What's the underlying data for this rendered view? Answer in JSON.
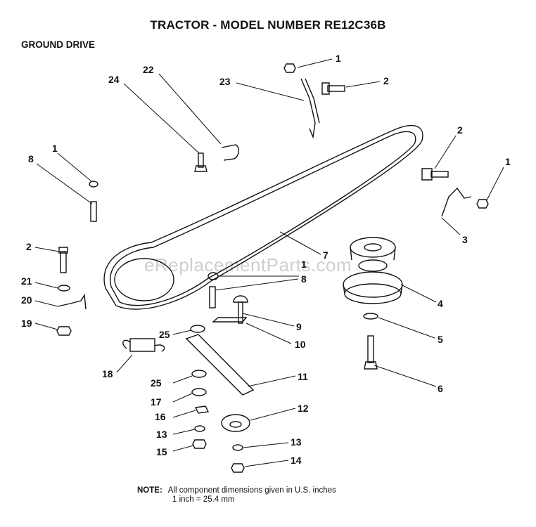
{
  "header": {
    "title": "TRACTOR  - MODEL NUMBER RE12C36B",
    "subtitle": "GROUND DRIVE"
  },
  "watermark": "eReplacementParts.com",
  "note": {
    "label": "NOTE:",
    "line1": "All component dimensions given in U.S. inches",
    "line2": "1 inch = 25.4 mm"
  },
  "callouts": {
    "c1a": "1",
    "c2a": "2",
    "c23": "23",
    "c22": "22",
    "c24": "24",
    "c2b": "2",
    "c1b": "1",
    "c3": "3",
    "c1c": "1",
    "c8a": "8",
    "c2c": "2",
    "c21": "21",
    "c20": "20",
    "c19": "19",
    "c7": "7",
    "c1d": "1",
    "c8b": "8",
    "c4": "4",
    "c5": "5",
    "c6": "6",
    "c9": "9",
    "c10": "10",
    "c25a": "25",
    "c18": "18",
    "c11": "11",
    "c25b": "25",
    "c17": "17",
    "c16": "16",
    "c12": "12",
    "c13a": "13",
    "c13b": "13",
    "c15": "15",
    "c14": "14"
  }
}
